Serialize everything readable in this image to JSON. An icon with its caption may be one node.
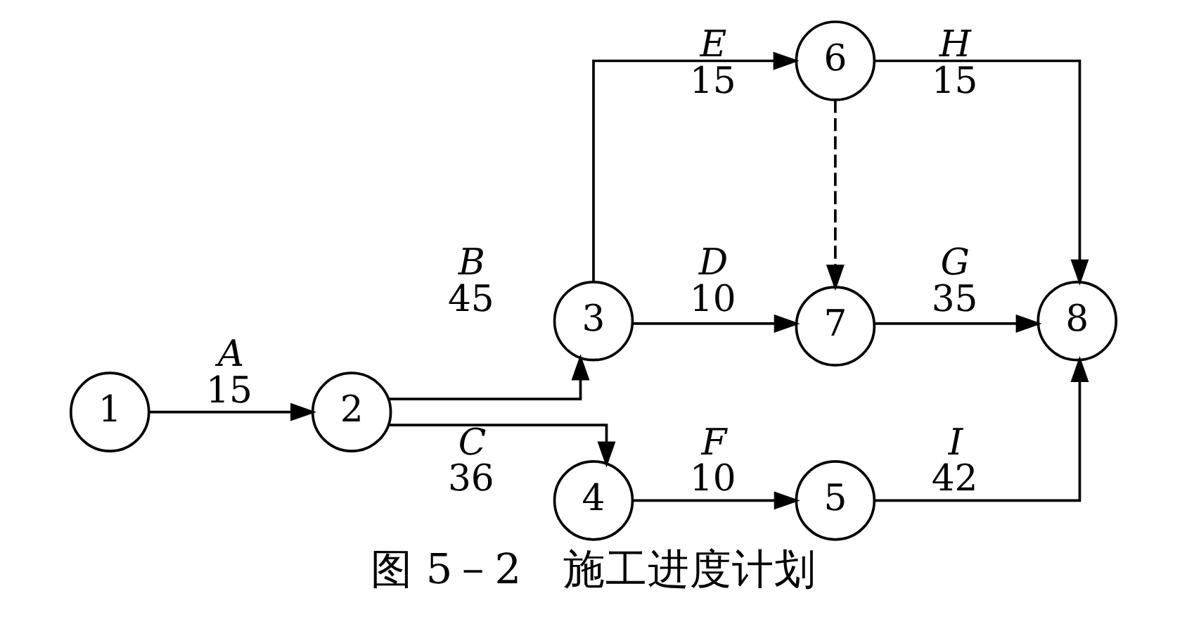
{
  "diagram": {
    "caption": "图 5－2　施工进度计划",
    "nodes": [
      {
        "text": [
          "1"
        ]
      },
      {
        "text": [
          "2"
        ]
      },
      {
        "text": [
          "3"
        ]
      },
      {
        "text": [
          "4"
        ]
      },
      {
        "text": [
          "5"
        ]
      },
      {
        "text": [
          "6"
        ]
      },
      {
        "text": [
          "7"
        ]
      },
      {
        "text": [
          "8"
        ]
      }
    ],
    "edges": [
      {
        "from": 0,
        "to": 1,
        "arrow": "to",
        "label": [
          "A",
          "15"
        ]
      },
      {
        "from": 1,
        "to": 2,
        "arrow": "to",
        "label": [
          "B",
          "45"
        ]
      },
      {
        "from": 1,
        "to": 3,
        "arrow": "to",
        "label": [
          "C",
          "36"
        ]
      },
      {
        "from": 2,
        "to": 6,
        "arrow": "to",
        "label": [
          "D",
          "10"
        ]
      },
      {
        "from": 2,
        "to": 5,
        "arrow": "to",
        "label": [
          "E",
          "15"
        ]
      },
      {
        "from": 3,
        "to": 4,
        "arrow": "to",
        "label": [
          "F",
          "10"
        ]
      },
      {
        "from": 5,
        "to": 6,
        "arrow": "to",
        "style": "dashed"
      },
      {
        "from": 6,
        "to": 7,
        "arrow": "to",
        "label": [
          "G",
          "35"
        ]
      },
      {
        "from": 5,
        "to": 7,
        "arrow": "to",
        "label": [
          "H",
          "15"
        ]
      },
      {
        "from": 4,
        "to": 7,
        "arrow": "to",
        "label": [
          "I",
          "42"
        ]
      }
    ]
  }
}
